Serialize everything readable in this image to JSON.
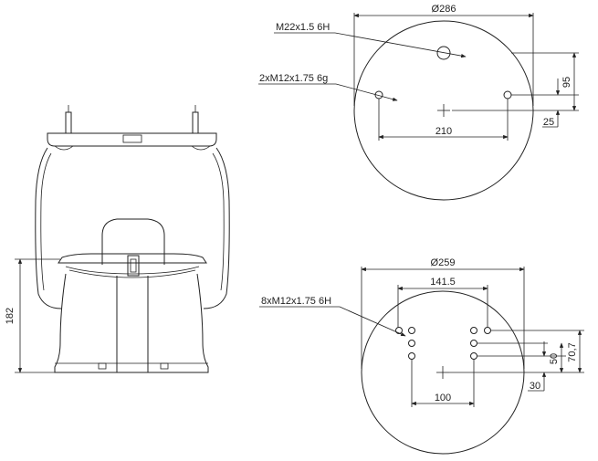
{
  "side_view": {
    "height_label": "182"
  },
  "top_plate": {
    "diameter_label": "Ø286",
    "center_thread_label": "M22x1.5 6H",
    "stud_thread_label": "2xM12x1.75 6g",
    "stud_spacing_label": "210",
    "offset_95_label": "95",
    "offset_25_label": "25"
  },
  "bottom_plate": {
    "diameter_label": "Ø259",
    "hole_spacing_label": "141.5",
    "hole_thread_label": "8xM12x1.75 6H",
    "spacing_100_label": "100",
    "offset_30_label": "30",
    "offset_50_label": "50",
    "offset_70_label": "70,7"
  },
  "colors": {
    "line": "#222222",
    "background": "#ffffff"
  }
}
